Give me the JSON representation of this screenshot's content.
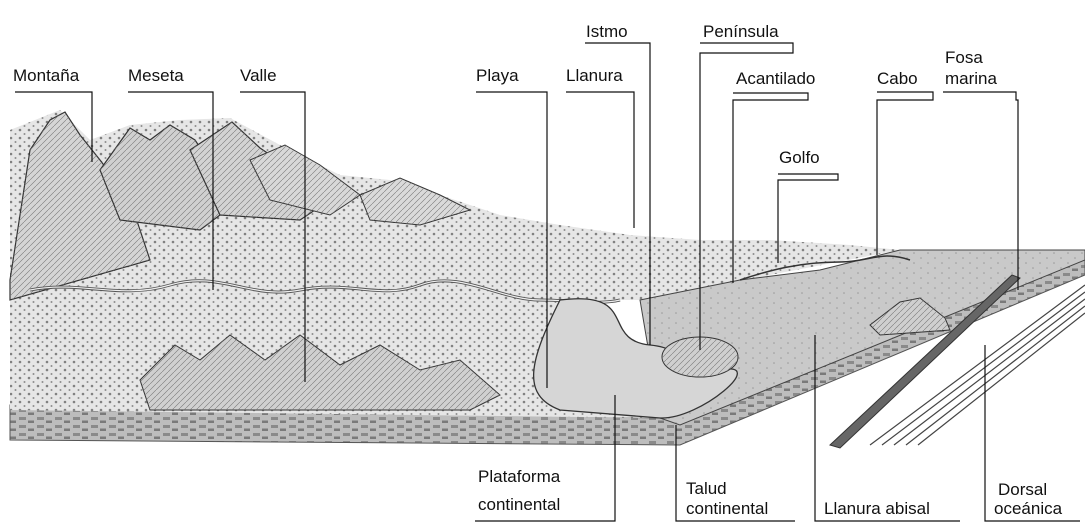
{
  "labels": {
    "montana": "Montaña",
    "meseta": "Meseta",
    "valle": "Valle",
    "playa": "Playa",
    "llanura": "Llanura",
    "istmo": "Istmo",
    "peninsula": "Península",
    "acantilado": "Acantilado",
    "cabo": "Cabo",
    "fosa_line1": "Fosa",
    "fosa_line2": "marina",
    "golfo": "Golfo",
    "plataforma_line1": "Plataforma",
    "plataforma_line2": "continental",
    "talud_line1": "Talud",
    "talud_line2": "continental",
    "llanura_abisal": "Llanura abisal",
    "dorsal_line1": "Dorsal",
    "dorsal_line2": "oceánica"
  }
}
